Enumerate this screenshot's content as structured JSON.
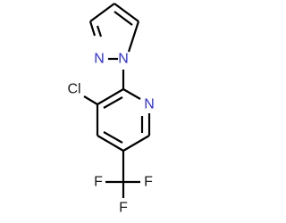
{
  "molecule": {
    "labels": {
      "pyrazole_n2": "N",
      "pyrazole_n1": "N",
      "pyridine_n": "N",
      "chlorine": "Cl",
      "fluorine_left": "F",
      "fluorine_right": "F",
      "fluorine_bottom": "F"
    }
  },
  "colors": {
    "nitrogen": "#2c2cf0",
    "halogen": "#1c1c1c",
    "bond": "#000000",
    "background": "#ffffff"
  }
}
